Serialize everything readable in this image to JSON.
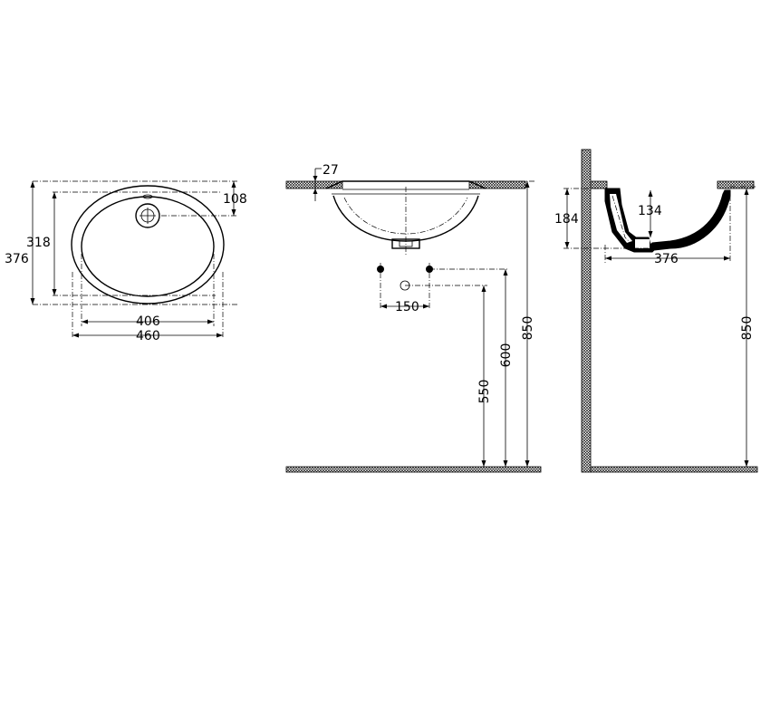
{
  "dimensions": {
    "top_outer_depth": "376",
    "top_inner_depth": "318",
    "top_drain_offset": "108",
    "top_inner_width": "406",
    "top_outer_width": "460",
    "front_rim_thickness": "27",
    "front_supply_spacing": "150",
    "front_drain_height": "550",
    "front_supply_height": "600",
    "front_counter_height": "850",
    "side_bowl_depth": "184",
    "side_drain_depth": "134",
    "side_bowl_width": "376",
    "side_counter_height": "850"
  }
}
